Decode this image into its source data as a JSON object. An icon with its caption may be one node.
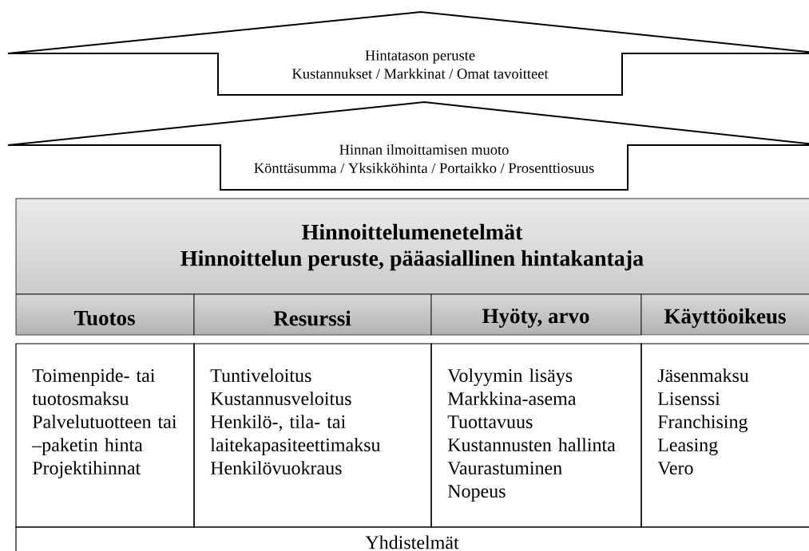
{
  "diagram": {
    "nodes": [
      {
        "text": [
          "Hintatason peruste",
          "Kustannukset / Markkinat / Omat tavoitteet"
        ]
      },
      {
        "text": [
          "Hinnan ilmoittamisen muoto",
          "Könttäsumma / Yksikköhinta / Portaikko / Prosenttiosuus"
        ]
      },
      {
        "text": [
          "Hinnoittelumenetelmät",
          "Hinnoittelun peruste, pääasiallinen hintakantaja"
        ]
      },
      {
        "text": [
          "Tuotos"
        ]
      },
      {
        "text": [
          "Resurssi"
        ]
      },
      {
        "text": [
          "Hyöty, arvo"
        ]
      },
      {
        "text": [
          "Käyttöoikeus"
        ]
      },
      {
        "text": [
          "Toimenpide- tai tuotosmaksu",
          "Palvelutuotteen tai –paketin hinta",
          "Projektihinnat"
        ]
      },
      {
        "text": [
          "Tuntiveloitus",
          "Kustannusveloitus",
          "Henkilö-, tila- tai laitekapasiteettimaksu",
          "Henkilövuokraus"
        ]
      },
      {
        "text": [
          "Volyymin lisäys",
          "Markkina-asema",
          "Tuottavuus",
          "Kustannusten hallinta",
          "Vaurastuminen",
          "Nopeus"
        ]
      },
      {
        "text": [
          "Jäsenmaksu",
          "Lisenssi",
          "Franchising",
          "Leasing",
          "Vero"
        ]
      },
      {
        "text": [
          "Yhdistelmät"
        ]
      }
    ]
  }
}
